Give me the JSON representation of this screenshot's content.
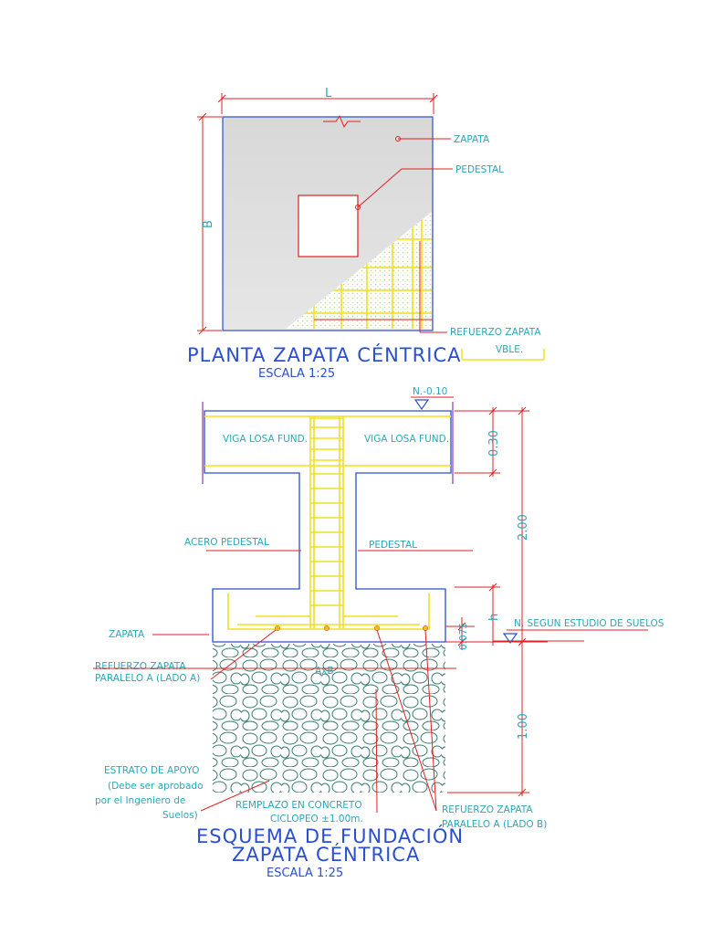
{
  "plan": {
    "dim_width": "L",
    "dim_height": "B",
    "label_zapata": "ZAPATA",
    "label_pedestal": "PEDESTAL",
    "label_refuerzo": "REFUERZO ZAPATA",
    "label_vble": "VBLE.",
    "title": "PLANTA ZAPATA CÉNTRICA",
    "scale": "ESCALA 1:25"
  },
  "section": {
    "level_top": "N.-0.10",
    "viga_left": "VIGA LOSA FUND.",
    "viga_right": "VIGA LOSA FUND.",
    "acero_pedestal": "ACERO PEDESTAL",
    "pedestal": "PEDESTAL",
    "zapata": "ZAPATA",
    "refuerzo_a_line1": "REFUERZO ZAPATA",
    "refuerzo_a_line2": "PARALELO A (LADO A)",
    "axb": "AxB",
    "nivel_suelos": "N. SEGUN ESTUDIO DE SUELOS",
    "estrato_line1": "ESTRATO DE APOYO",
    "estrato_line2": "(Debe ser aprobado",
    "estrato_line3": "por el Ingeniero de",
    "estrato_line4": "Suelos)",
    "remplazo_line1": "REMPLAZO EN CONCRETO",
    "remplazo_line2": "CICLOPEO ±1.00m.",
    "refuerzo_b_line1": "REFUERZO ZAPATA",
    "refuerzo_b_line2": "PARALELO A (LADO B)",
    "dim_030": "0.30",
    "dim_200": "2.00",
    "dim_h": "h",
    "dim_0075": "0.075",
    "dim_100": "1.00",
    "title_line1": "ESQUEMA DE FUNDACIÓN",
    "title_line2": "ZAPATA CÉNTRICA",
    "scale": "ESCALA 1:25"
  },
  "colors": {
    "outline": "#2a4fd0",
    "text": "#2aa8b8",
    "leader": "#e02020",
    "rebar": "#f0e020"
  }
}
